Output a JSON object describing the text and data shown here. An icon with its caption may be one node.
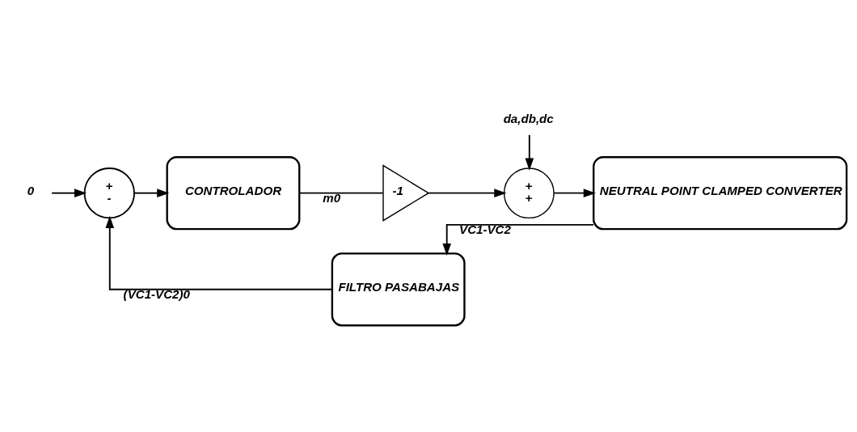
{
  "diagram": {
    "nodes": [
      {
        "text": [
          "0"
        ]
      },
      {
        "text": [
          "+",
          "-"
        ]
      },
      {
        "text": [
          "CONTROLADOR"
        ]
      },
      {
        "text": [
          "-1"
        ]
      },
      {
        "text": [
          "+",
          "+"
        ]
      },
      {
        "text": [
          "NEUTRAL POINT CLAMPED CONVERTER"
        ]
      },
      {
        "text": [
          "FILTRO PASABAJAS"
        ]
      },
      {
        "text": [
          "da,db,dc"
        ]
      }
    ],
    "edges": [
      {
        "from": 0,
        "to": 1,
        "arrow": "to"
      },
      {
        "from": 1,
        "to": 2,
        "arrow": "to"
      },
      {
        "from": 2,
        "to": 3,
        "arrow": "none",
        "label": "m0"
      },
      {
        "from": 3,
        "to": 4,
        "arrow": "to"
      },
      {
        "from": 7,
        "to": 4,
        "arrow": "to"
      },
      {
        "from": 4,
        "to": 5,
        "arrow": "to"
      },
      {
        "from": 5,
        "to": 6,
        "arrow": "to",
        "label": "VC1-VC2"
      },
      {
        "from": 6,
        "to": 1,
        "arrow": "to",
        "label": "(VC1-VC2)0"
      }
    ]
  }
}
